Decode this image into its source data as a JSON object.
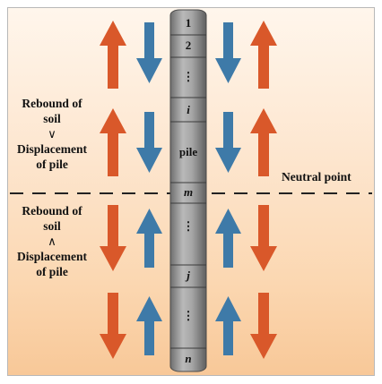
{
  "labels": {
    "upper_line1": "Rebound of",
    "upper_line2": "soil",
    "upper_symbol": "∨",
    "upper_line3": "Displacement",
    "upper_line4": "of pile",
    "lower_line1": "Rebound of",
    "lower_line2": "soil",
    "lower_symbol": "∧",
    "lower_line3": "Displacement",
    "lower_line4": "of pile",
    "neutral_point": "Neutral point"
  },
  "pile_segments": {
    "s1": "1",
    "s2": "2",
    "s_dots_upper": "⋮",
    "s_i": "i",
    "s_pile": "pile",
    "s_m": "m",
    "s_dots_mid": "⋮",
    "s_j": "j",
    "s_dots_lower": "⋮",
    "s_n": "n"
  },
  "colors": {
    "soil_arrow": "#d9582a",
    "pile_arrow": "#3e7aa8",
    "pile_fill": "#9a9a9a",
    "background_top": "#fff6ec",
    "background_bottom": "#f8c898"
  },
  "arrows": {
    "upper_zone": {
      "soil_direction": "up",
      "pile_direction": "down",
      "rows": 2
    },
    "lower_zone": {
      "soil_direction": "down",
      "pile_direction": "up",
      "rows": 2
    }
  }
}
